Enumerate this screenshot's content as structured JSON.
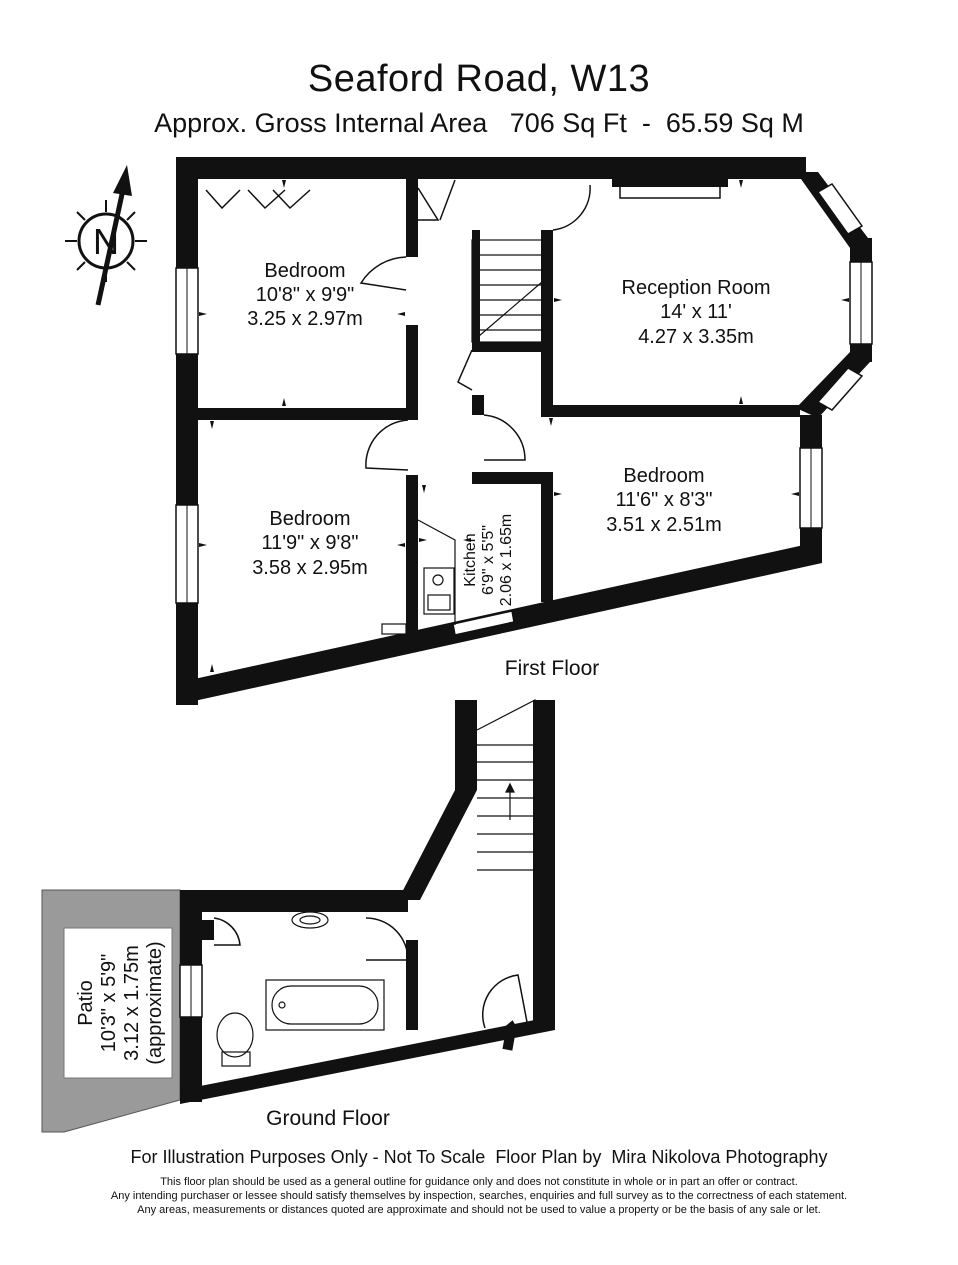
{
  "header": {
    "title": "Seaford Road, W13",
    "subtitle": "Approx. Gross Internal Area   706 Sq Ft  -  65.59 Sq M"
  },
  "compass": {
    "letter": "N"
  },
  "first_floor": {
    "label": "First Floor",
    "rooms": [
      {
        "name": "Bedroom",
        "imperial": "10'8\" x 9'9\"",
        "metric": "3.25 x 2.97m"
      },
      {
        "name": "Reception Room",
        "imperial": "14' x 11'",
        "metric": "4.27 x 3.35m"
      },
      {
        "name": "Bedroom",
        "imperial": "11'9\" x 9'8\"",
        "metric": "3.58 x 2.95m"
      },
      {
        "name": "Bedroom",
        "imperial": "11'6\" x 8'3\"",
        "metric": "3.51 x 2.51m"
      },
      {
        "name": "Kitchen",
        "imperial": "6'9\" x 5'5\"",
        "metric": "2.06 x 1.65m"
      }
    ]
  },
  "ground_floor": {
    "label": "Ground Floor",
    "patio": {
      "name": "Patio",
      "imperial": "10'3\" x 5'9\"",
      "metric": "3.12 x 1.75m",
      "note": "(approximate)"
    }
  },
  "footer": {
    "main": "For Illustration Purposes Only - Not To Scale  Floor Plan by  Mira Nikolova Photography",
    "disclaimer_1": "This floor plan should be used as a general outline for guidance only and does not constitute in whole or in part an offer or contract.",
    "disclaimer_2": "Any intending purchaser or lessee should satisfy themselves by inspection, searches, enquiries and full survey as to the correctness of each statement.",
    "disclaimer_3": "Any areas, measurements or distances quoted are approximate and should not be used to value a property or be the basis of any sale or let."
  },
  "colors": {
    "wall": "#111111",
    "patio": "#9a9a9a",
    "background": "#ffffff"
  }
}
